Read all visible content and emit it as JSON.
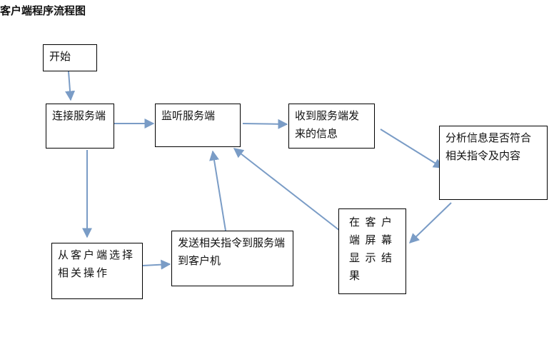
{
  "diagram": {
    "title": "客户端程序流程图",
    "nodes": {
      "start": "开始",
      "connect": "连接服务端",
      "listen": "监听服务端",
      "receive": "收到服务端发来的信息",
      "analyze": "分析信息是否符合相关指令及内容",
      "select": "从客户端选择相关操作",
      "send": "发送相关指令到服务端到客户机",
      "display": "在客户端屏幕显示结果"
    },
    "colors": {
      "arrow": "#7a9cc6",
      "border": "#000000"
    }
  }
}
